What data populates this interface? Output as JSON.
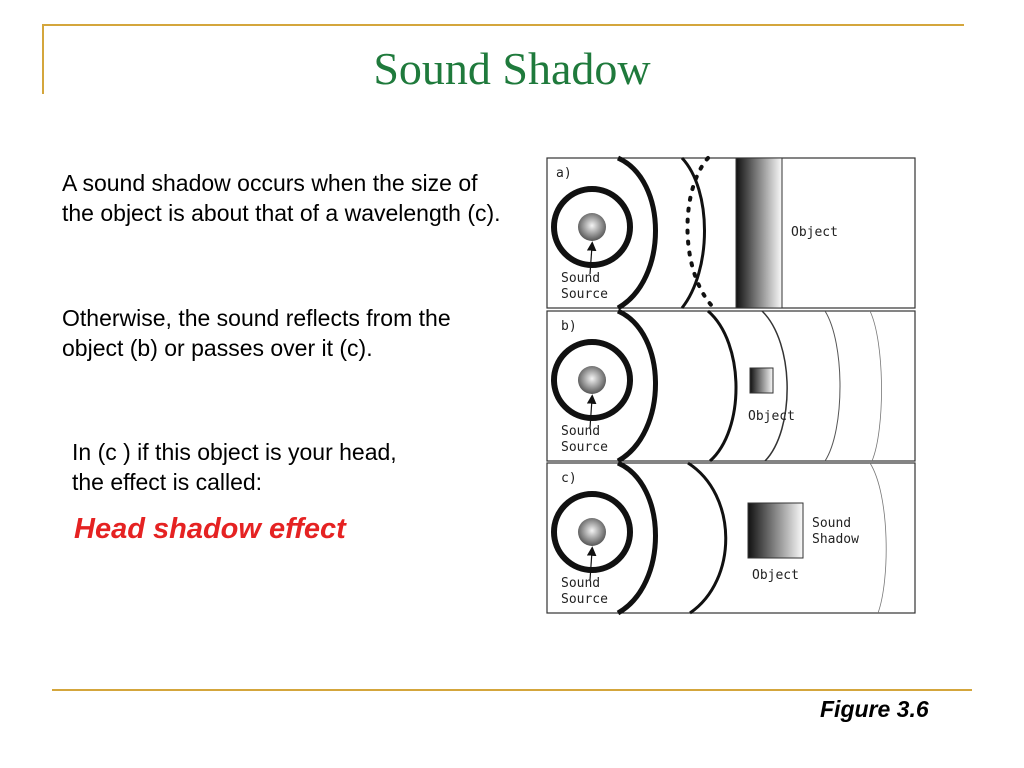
{
  "slide": {
    "title": "Sound Shadow",
    "paragraph1": "A sound shadow occurs when the size of the object is about that of a wavelength (c).",
    "paragraph2": "Otherwise, the sound reflects from the object (b) or passes over it (c).",
    "paragraph3": "In (c ) if this object is your head, the effect is called:",
    "highlight": "Head shadow effect",
    "figure_label": "Figure 3.6"
  },
  "diagram": {
    "panels": [
      {
        "label": "a)",
        "object_label": "Object",
        "source_label_1": "Sound",
        "source_label_2": "Source"
      },
      {
        "label": "b)",
        "object_label": "Object",
        "source_label_1": "Sound",
        "source_label_2": "Source"
      },
      {
        "label": "c)",
        "object_label": "Object",
        "shadow_label_1": "Sound",
        "shadow_label_2": "Shadow",
        "source_label_1": "Sound",
        "source_label_2": "Source"
      }
    ]
  },
  "colors": {
    "title": "#1f7a3c",
    "highlight": "#e52222",
    "frame": "#d4a63c"
  }
}
